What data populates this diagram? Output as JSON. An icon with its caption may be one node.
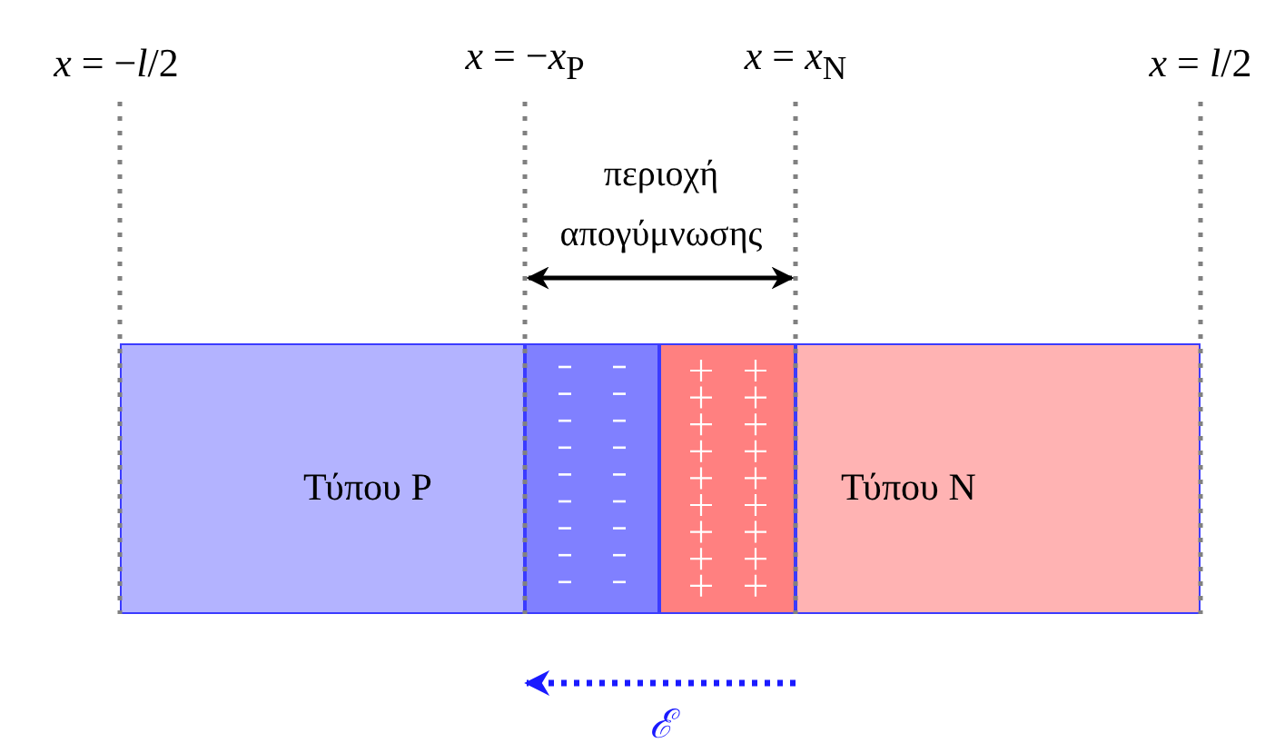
{
  "diagram": {
    "nodes": [
      {
        "text": [
          "Τύπου P"
        ]
      },
      {
        "text": [],
        "shape": "box"
      },
      {
        "text": [],
        "shape": "box"
      },
      {
        "text": [
          "Τύπου N"
        ]
      }
    ],
    "edges": [],
    "labels": [
      "*x* = −*l*/2",
      "*x* = −*x*$_{P}$",
      "*x* = *x*$_{N}$",
      "*x* = *l*/2",
      "περιοχή απογύμνωσης",
      "*ℰ*"
    ]
  }
}
